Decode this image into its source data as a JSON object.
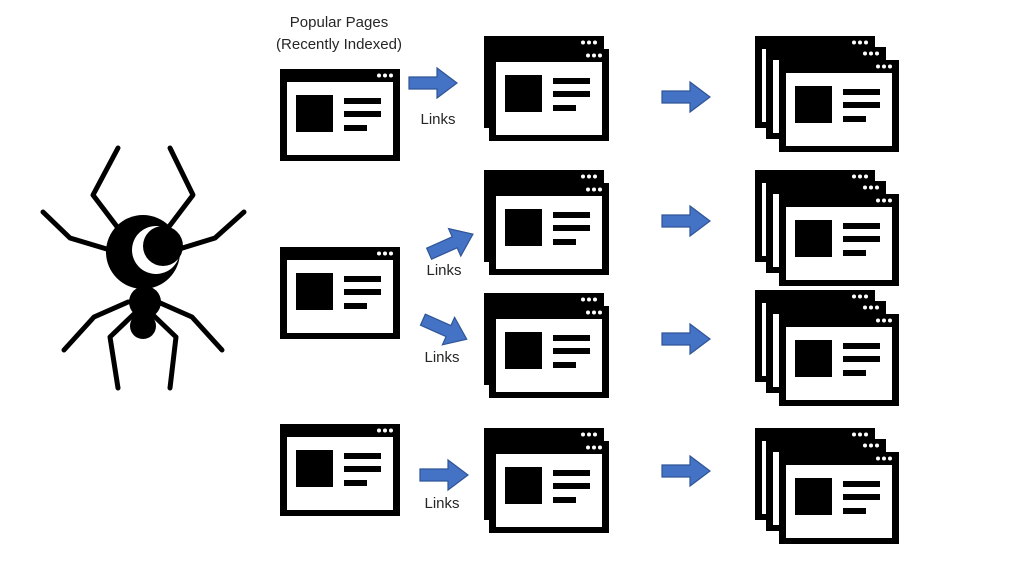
{
  "title": {
    "line1": "Popular Pages",
    "line2": "(Recently Indexed)"
  },
  "link_labels": [
    "Links",
    "Links",
    "Links",
    "Links"
  ],
  "icons": {
    "crawler": "spider-icon",
    "page": "web-page-icon",
    "arrow": "right-arrow-icon"
  },
  "colors": {
    "arrow_fill": "#4472C4",
    "arrow_stroke": "#2F5597",
    "page_ink": "#000000",
    "page_paper": "#ffffff"
  }
}
